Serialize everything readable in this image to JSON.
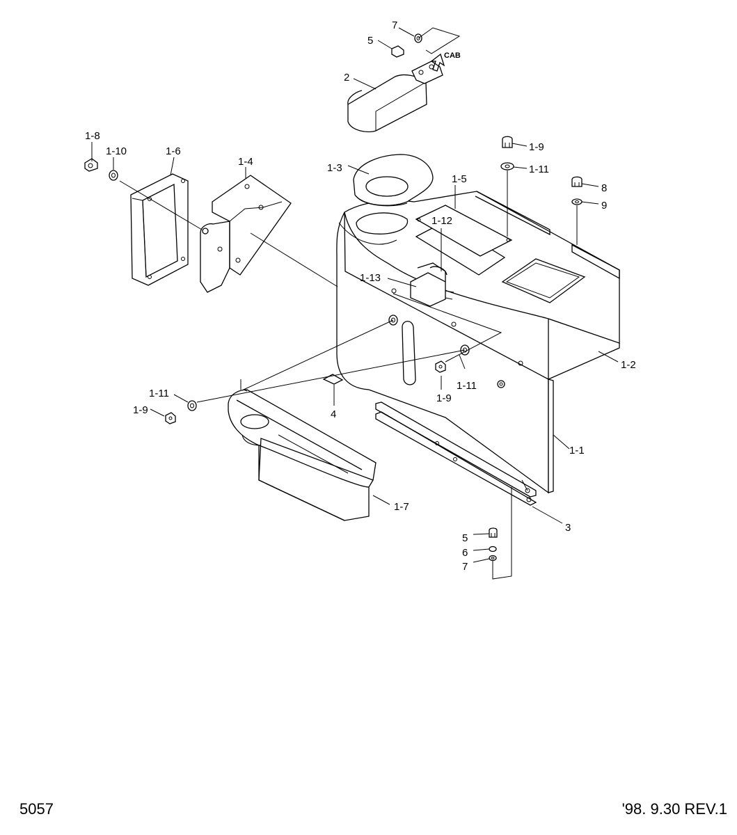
{
  "labels": {
    "part_1_1": "1-1",
    "part_1_2": "1-2",
    "part_1_3": "1-3",
    "part_1_4": "1-4",
    "part_1_5": "1-5",
    "part_1_6": "1-6",
    "part_1_7": "1-7",
    "part_1_8": "1-8",
    "part_1_9_top": "1-9",
    "part_1_9_mid": "1-9",
    "part_1_9_left": "1-9",
    "part_1_10": "1-10",
    "part_1_11_top": "1-11",
    "part_1_11_mid": "1-11",
    "part_1_11_left": "1-11",
    "part_1_12": "1-12",
    "part_1_13": "1-13",
    "part_2": "2",
    "part_3": "3",
    "part_4": "4",
    "part_5_top": "5",
    "part_5_bottom": "5",
    "part_6": "6",
    "part_7_top": "7",
    "part_7_bottom": "7",
    "part_8": "8",
    "part_9": "9",
    "cab": "CAB"
  },
  "footer": {
    "page_number": "5057",
    "revision": "'98. 9.30  REV.1"
  }
}
